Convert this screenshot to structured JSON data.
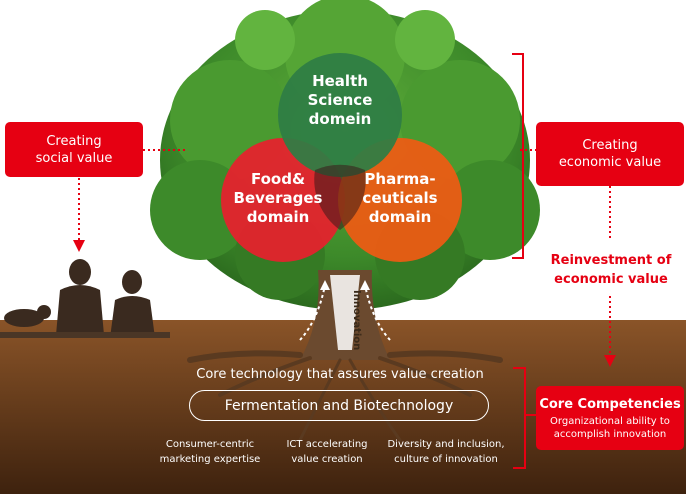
{
  "left": {
    "box": {
      "line1": "Creating",
      "line2": "social value"
    }
  },
  "right": {
    "box": {
      "line1": "Creating",
      "line2": "economic value"
    },
    "reinvest": {
      "line1": "Reinvestment of",
      "line2": "economic value"
    },
    "core": {
      "title": "Core Competencies",
      "line1": "Organizational ability to",
      "line2": "accomplish innovation"
    }
  },
  "circles": {
    "health": {
      "line1": "Health",
      "line2": "Science",
      "line3": "domein",
      "color": "#2e7d45"
    },
    "food": {
      "line1": "Food&",
      "line2": "Beverages",
      "line3": "domain",
      "color": "#e8202e"
    },
    "pharma": {
      "line1": "Pharma-",
      "line2": "ceuticals",
      "line3": "domain",
      "color": "#f05a14"
    }
  },
  "trunk": {
    "innovation": "Innovation"
  },
  "roots": {
    "core_tech": "Core technology that assures value creation",
    "base": "Fermentation and Biotechnology",
    "competencies": [
      {
        "line1": "Consumer-centric",
        "line2": "marketing expertise"
      },
      {
        "line1": "ICT accelerating",
        "line2": "value creation"
      },
      {
        "line1": "Diversity and inclusion,",
        "line2": "culture of innovation"
      }
    ]
  },
  "colors": {
    "accent": "#e60012",
    "soil_top": "#7a4a22",
    "soil_bottom": "#4a2a12",
    "foliage": "#3f8f2e"
  }
}
